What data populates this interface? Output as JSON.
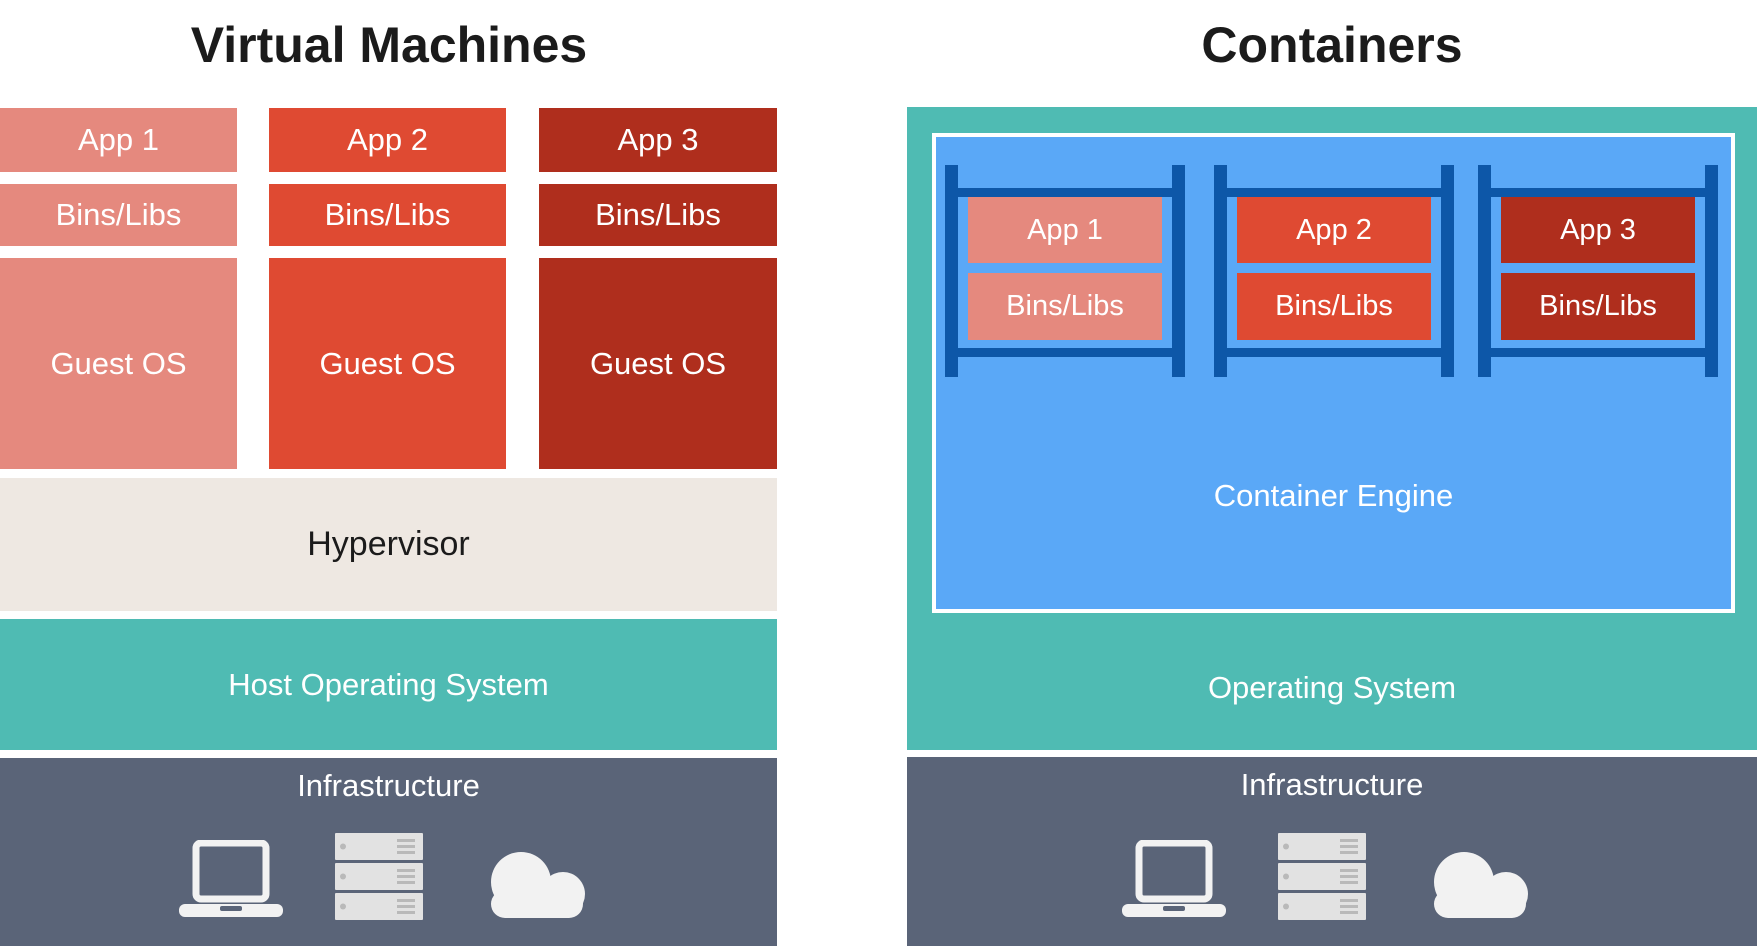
{
  "left": {
    "title": "Virtual Machines",
    "vms": [
      {
        "app": "App 1",
        "bins": "Bins/Libs",
        "guest": "Guest OS"
      },
      {
        "app": "App 2",
        "bins": "Bins/Libs",
        "guest": "Guest OS"
      },
      {
        "app": "App 3",
        "bins": "Bins/Libs",
        "guest": "Guest OS"
      }
    ],
    "hypervisor_label": "Hypervisor",
    "host_os_label": "Host Operating System",
    "infrastructure_label": "Infrastructure"
  },
  "right": {
    "title": "Containers",
    "containers": [
      {
        "app": "App 1",
        "bins": "Bins/Libs"
      },
      {
        "app": "App 2",
        "bins": "Bins/Libs"
      },
      {
        "app": "App 3",
        "bins": "Bins/Libs"
      }
    ],
    "engine_label": "Container Engine",
    "os_label": "Operating System",
    "infrastructure_label": "Infrastructure"
  },
  "icons": {
    "infrastructure": [
      "laptop-icon",
      "server-icon",
      "cloud-icon"
    ]
  },
  "colors": {
    "salmon": "#E5897E",
    "red": "#DF4A32",
    "dark_red": "#AF2E1D",
    "beige": "#EEE8E2",
    "teal": "#4FBBB3",
    "slate": "#5A6478",
    "blue": "#5AA8F7",
    "navy": "#0D57A8",
    "label_text": "#FFFFFF",
    "title_text": "#1B1B1B",
    "icon": "#F2F2F2"
  }
}
